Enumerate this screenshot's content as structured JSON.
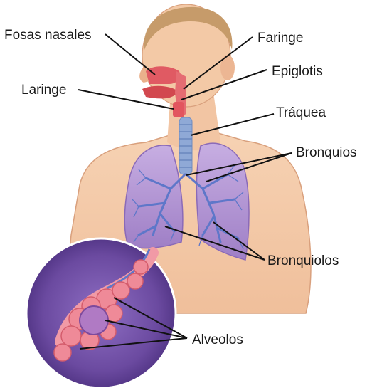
{
  "labels": {
    "fosas_nasales": "Fosas nasales",
    "faringe": "Faringe",
    "epiglotis": "Epiglotis",
    "laringe": "Laringe",
    "traquea": "Tráquea",
    "bronquios": "Bronquios",
    "bronquiolos": "Bronquiolos",
    "alveolos": "Alveolos"
  },
  "colors": {
    "skin": "#f3c9a6",
    "skin_shadow": "#e2a985",
    "hair": "#c69b6a",
    "lung": "#b69ad4",
    "lung_vessel": "#5e77c9",
    "airway": "#e05a63",
    "trachea": "#8fa9d6",
    "alveoli": "#ef8a98",
    "inset_bg": "#6b4aa0",
    "leader_line": "#111111"
  }
}
